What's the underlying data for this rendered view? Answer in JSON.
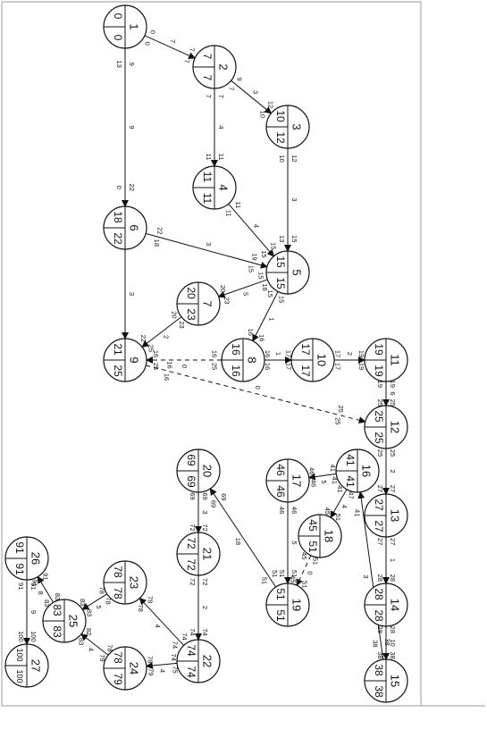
{
  "diagram": {
    "nodes": [
      {
        "id": "1",
        "values": [
          "0",
          "0",
          "0",
          "0"
        ]
      },
      {
        "id": "2",
        "values": [
          "7",
          "7",
          "7",
          "7"
        ]
      },
      {
        "id": "3",
        "values": [
          "10",
          "12",
          "10",
          "12"
        ]
      },
      {
        "id": "4",
        "values": [
          "11",
          "11",
          "11",
          "11"
        ]
      },
      {
        "id": "5",
        "values": [
          "15",
          "15",
          "15",
          "15"
        ]
      },
      {
        "id": "6",
        "values": [
          "18",
          "22",
          "18",
          "22"
        ]
      },
      {
        "id": "7",
        "values": [
          "20",
          "23",
          "20",
          "23"
        ]
      },
      {
        "id": "8",
        "values": [
          "16",
          "16",
          "16",
          "16"
        ]
      },
      {
        "id": "9",
        "values": [
          "21",
          "25",
          "21",
          "25"
        ]
      },
      {
        "id": "10",
        "values": [
          "17",
          "17",
          "17",
          "17"
        ]
      },
      {
        "id": "11",
        "values": [
          "19",
          "19",
          "19",
          "19"
        ]
      },
      {
        "id": "12",
        "values": [
          "25",
          "25",
          "25",
          "25"
        ]
      },
      {
        "id": "13",
        "values": [
          "27",
          "27",
          "27",
          "27"
        ]
      },
      {
        "id": "14",
        "values": [
          "28",
          "28",
          "28",
          "28"
        ]
      },
      {
        "id": "15",
        "values": [
          "38",
          "38",
          "38",
          "38"
        ]
      },
      {
        "id": "16",
        "values": [
          "41",
          "41",
          "41",
          "41"
        ]
      },
      {
        "id": "17",
        "values": [
          "46",
          "46",
          "46",
          "46"
        ]
      },
      {
        "id": "18",
        "values": [
          "45",
          "51",
          "45",
          "51"
        ]
      },
      {
        "id": "19",
        "values": [
          "51",
          "51",
          "51",
          "51"
        ]
      },
      {
        "id": "20",
        "values": [
          "69",
          "69",
          "69",
          "69"
        ]
      },
      {
        "id": "21",
        "values": [
          "72",
          "72",
          "72",
          "72"
        ]
      },
      {
        "id": "22",
        "values": [
          "74",
          "74",
          "74",
          "74"
        ]
      },
      {
        "id": "23",
        "values": [
          "78",
          "78",
          "78",
          "78"
        ]
      },
      {
        "id": "24",
        "values": [
          "78",
          "79",
          "78",
          "79"
        ]
      },
      {
        "id": "25",
        "values": [
          "83",
          "83",
          "83",
          "83"
        ]
      },
      {
        "id": "26",
        "values": [
          "91",
          "91",
          "91",
          "91"
        ]
      },
      {
        "id": "27",
        "values": [
          "100",
          "100",
          "100",
          "100"
        ]
      }
    ],
    "edges": [
      {
        "from": "1",
        "to": "2",
        "duration": "7",
        "dashed": false,
        "labels": [
          "0",
          "7",
          "0",
          "7"
        ]
      },
      {
        "from": "1",
        "to": "6",
        "duration": "9",
        "dashed": false,
        "labels": [
          "13",
          "0",
          "9",
          "22"
        ]
      },
      {
        "from": "2",
        "to": "3",
        "duration": "3",
        "dashed": false,
        "labels": [
          "7",
          "10",
          "9",
          "12"
        ]
      },
      {
        "from": "2",
        "to": "4",
        "duration": "4",
        "dashed": false,
        "labels": [
          "7",
          "11",
          "7",
          "11"
        ]
      },
      {
        "from": "3",
        "to": "5",
        "duration": "3",
        "dashed": false,
        "labels": [
          "10",
          "13",
          "12",
          "15"
        ]
      },
      {
        "from": "4",
        "to": "5",
        "duration": "4",
        "dashed": false,
        "labels": [
          "11",
          "15",
          "11",
          "15"
        ]
      },
      {
        "from": "6",
        "to": "5",
        "duration": "3",
        "dashed": false,
        "labels": [
          "18",
          "15",
          "22",
          "19"
        ]
      },
      {
        "from": "6",
        "to": "9",
        "duration": "3",
        "dashed": false,
        "labels": [
          "",
          "",
          "",
          ""
        ]
      },
      {
        "from": "5",
        "to": "7",
        "duration": "5",
        "dashed": false,
        "labels": [
          "15",
          "20",
          "18",
          "23"
        ]
      },
      {
        "from": "5",
        "to": "8",
        "duration": "1",
        "dashed": false,
        "labels": [
          "15",
          "16",
          "15",
          "16"
        ]
      },
      {
        "from": "7",
        "to": "9",
        "duration": "2",
        "dashed": false,
        "labels": [
          "20",
          "22",
          "23",
          "25"
        ]
      },
      {
        "from": "8",
        "to": "9",
        "duration": "0",
        "dashed": true,
        "labels": [
          "16",
          "16",
          "25",
          "25"
        ]
      },
      {
        "from": "8",
        "to": "10",
        "duration": "1",
        "dashed": false,
        "labels": [
          "16",
          "17",
          "16",
          "17"
        ]
      },
      {
        "from": "9",
        "to": "12",
        "duration": "0",
        "dashed": true,
        "labels": [
          "16",
          "25",
          "16",
          "25"
        ]
      },
      {
        "from": "10",
        "to": "11",
        "duration": "2",
        "dashed": false,
        "labels": [
          "17",
          "19",
          "17",
          "19"
        ]
      },
      {
        "from": "11",
        "to": "12",
        "duration": "6",
        "dashed": false,
        "labels": [
          "19",
          "25",
          "19",
          "25"
        ]
      },
      {
        "from": "12",
        "to": "13",
        "duration": "2",
        "dashed": false,
        "labels": [
          "25",
          "27",
          "25",
          "27"
        ]
      },
      {
        "from": "13",
        "to": "14",
        "duration": "1",
        "dashed": false,
        "labels": [
          "27",
          "28",
          "27",
          "28"
        ]
      },
      {
        "from": "14",
        "to": "15",
        "duration": "10",
        "dashed": false,
        "labels": [
          "28",
          "38",
          "28",
          "38"
        ]
      },
      {
        "from": "15",
        "to": "16",
        "duration": "3",
        "dashed": false,
        "labels": [
          "38",
          "41",
          "38",
          "41"
        ]
      },
      {
        "from": "16",
        "to": "17",
        "duration": "5",
        "dashed": false,
        "labels": [
          "41",
          "46",
          "41",
          "46"
        ]
      },
      {
        "from": "16",
        "to": "18",
        "duration": "4",
        "dashed": false,
        "labels": [
          "41",
          "45",
          "47",
          "51"
        ]
      },
      {
        "from": "17",
        "to": "19",
        "duration": "5",
        "dashed": false,
        "labels": [
          "46",
          "51",
          "46",
          "51"
        ]
      },
      {
        "from": "18",
        "to": "19",
        "duration": "0",
        "dashed": true,
        "labels": [
          "45",
          "45",
          "51",
          "51"
        ]
      },
      {
        "from": "19",
        "to": "20",
        "duration": "18",
        "dashed": false,
        "labels": [
          "51",
          "69",
          "51",
          "69"
        ]
      },
      {
        "from": "20",
        "to": "21",
        "duration": "3",
        "dashed": false,
        "labels": [
          "69",
          "72",
          "69",
          "72"
        ]
      },
      {
        "from": "21",
        "to": "22",
        "duration": "2",
        "dashed": false,
        "labels": [
          "72",
          "74",
          "72",
          "74"
        ]
      },
      {
        "from": "22",
        "to": "23",
        "duration": "4",
        "dashed": false,
        "labels": [
          "74",
          "78",
          "74",
          "78"
        ]
      },
      {
        "from": "22",
        "to": "24",
        "duration": "4",
        "dashed": false,
        "labels": [
          "74",
          "78",
          "75",
          "79"
        ]
      },
      {
        "from": "23",
        "to": "25",
        "duration": "5",
        "dashed": false,
        "labels": [
          "78",
          "83",
          "78",
          "83"
        ]
      },
      {
        "from": "24",
        "to": "25",
        "duration": "4",
        "dashed": false,
        "labels": [
          "78",
          "82",
          "79",
          "83"
        ]
      },
      {
        "from": "25",
        "to": "26",
        "duration": "8",
        "dashed": false,
        "labels": [
          "83",
          "91",
          "83",
          "91"
        ]
      },
      {
        "from": "26",
        "to": "27",
        "duration": "9",
        "dashed": false,
        "labels": [
          "91",
          "100",
          "91",
          "100"
        ]
      }
    ]
  }
}
